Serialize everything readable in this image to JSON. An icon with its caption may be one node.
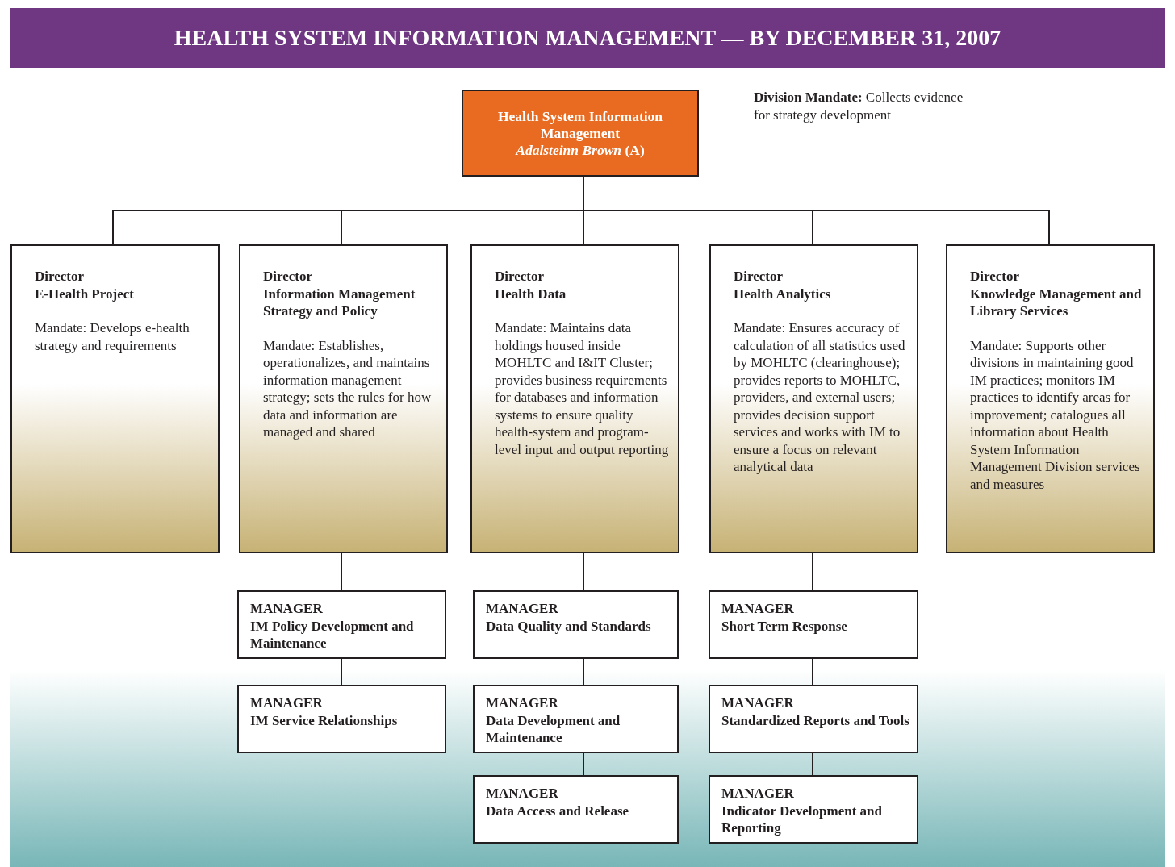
{
  "diagram": {
    "title": "HEALTH SYSTEM INFORMATION MANAGEMENT — BY DECEMBER 31, 2007",
    "nodes": [
      {
        "text": [
          "Health System Information Management",
          "*Adalsteinn Brown* (A)"
        ]
      },
      {
        "text": [
          "Director",
          "E-Health Project",
          "Mandate: Develops e-health strategy and requirements"
        ]
      },
      {
        "text": [
          "Director",
          "Information Management Strategy and Policy",
          "Mandate: Establishes, operationalizes, and maintains information management strategy; sets the rules for how data and information are managed and shared"
        ]
      },
      {
        "text": [
          "Director",
          "Health Data",
          "Mandate: Maintains data holdings housed inside MOHLTC and I&IT Cluster; provides business requirements for databases and information systems to ensure quality health-system and program-level input and output reporting"
        ]
      },
      {
        "text": [
          "Director",
          "Health Analytics",
          "Mandate: Ensures accuracy of calculation of all statistics used by MOHLTC (clearinghouse); provides reports to MOHLTC, providers, and external users; provides decision support services and works with IM to ensure a focus on relevant analytical data"
        ]
      },
      {
        "text": [
          "Director",
          "Knowledge Management and Library Services",
          "Mandate: Supports other divisions in maintaining good IM practices; monitors IM practices to identify areas for improvement; catalogues all information about Health System Information Management Division services and measures"
        ]
      },
      {
        "text": [
          "MANAGER",
          "IM Policy Development and Maintenance"
        ]
      },
      {
        "text": [
          "MANAGER",
          "IM Service Relationships"
        ]
      },
      {
        "text": [
          "MANAGER",
          "Data Quality and Standards"
        ]
      },
      {
        "text": [
          "MANAGER",
          "Data Development and Maintenance"
        ]
      },
      {
        "text": [
          "MANAGER",
          "Data Access and Release"
        ]
      },
      {
        "text": [
          "MANAGER",
          "Short Term Response"
        ]
      },
      {
        "text": [
          "MANAGER",
          "Standardized Reports and Tools"
        ]
      },
      {
        "text": [
          "MANAGER",
          "Indicator Development and Reporting"
        ]
      }
    ],
    "edges": [
      {
        "from": 0,
        "to": 1,
        "arrow": "none"
      },
      {
        "from": 0,
        "to": 2,
        "arrow": "none"
      },
      {
        "from": 0,
        "to": 3,
        "arrow": "none"
      },
      {
        "from": 0,
        "to": 4,
        "arrow": "none"
      },
      {
        "from": 0,
        "to": 5,
        "arrow": "none"
      },
      {
        "from": 2,
        "to": 6,
        "arrow": "none"
      },
      {
        "from": 6,
        "to": 7,
        "arrow": "none"
      },
      {
        "from": 3,
        "to": 8,
        "arrow": "none"
      },
      {
        "from": 8,
        "to": 9,
        "arrow": "none"
      },
      {
        "from": 9,
        "to": 10,
        "arrow": "none"
      },
      {
        "from": 4,
        "to": 11,
        "arrow": "none"
      },
      {
        "from": 11,
        "to": 12,
        "arrow": "none"
      },
      {
        "from": 12,
        "to": 13,
        "arrow": "none"
      }
    ],
    "labels": [
      "**Division Mandate:** Collects evidence for strategy development"
    ]
  }
}
